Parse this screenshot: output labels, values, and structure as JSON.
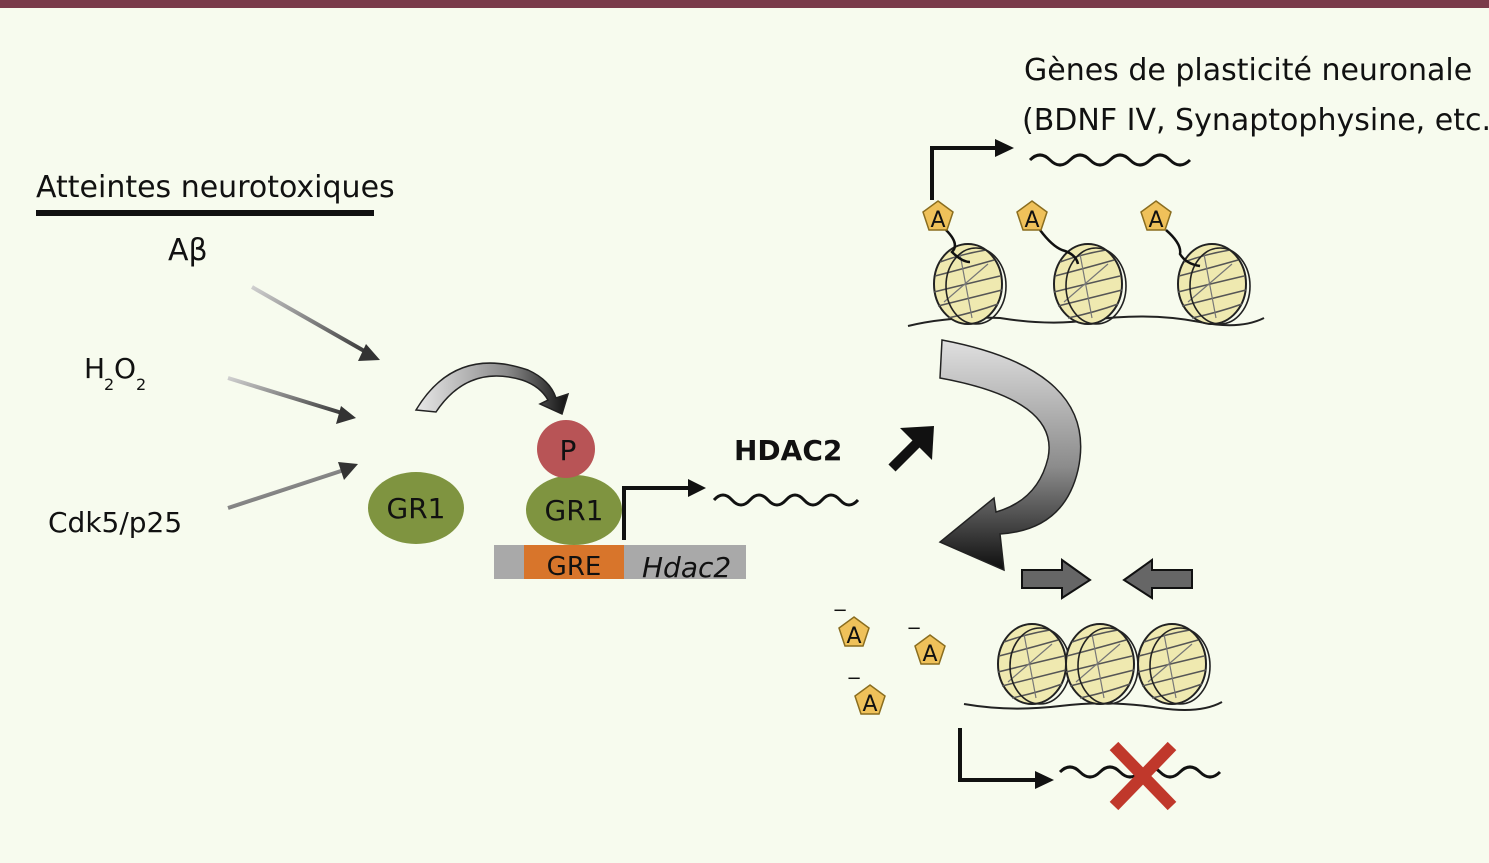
{
  "header": {
    "insult_title": "Atteintes neurotoxiques",
    "plasticity_genes_line1": "Gènes de plasticité neuronale",
    "plasticity_genes_line2": "(BDNF IV, Synaptophysine, etc.)"
  },
  "insults": {
    "abeta": "Aβ",
    "h2o2_h": "H",
    "h2o2_sub2a": "2",
    "h2o2_o": "O",
    "h2o2_sub2b": "2",
    "cdk5": "Cdk5/p25"
  },
  "labels": {
    "gr1_free": "GR1",
    "gr1_bound": "GR1",
    "phospho": "P",
    "gre": "GRE",
    "hdac2_gene": "Hdac2",
    "hdac2_protein": "HDAC2",
    "acetyl": "A",
    "minus": "−"
  },
  "colors": {
    "background": "#f7fbee",
    "top_bar": "#7a3b4a",
    "gr1_green": "#7f9440",
    "phospho_red": "#b85456",
    "gre_orange": "#d8752b",
    "dna_grey": "#a9a9a9",
    "acetyl_yellow": "#efc15a",
    "nucleosome": "#efe9b0",
    "block_red": "#c0382b"
  }
}
